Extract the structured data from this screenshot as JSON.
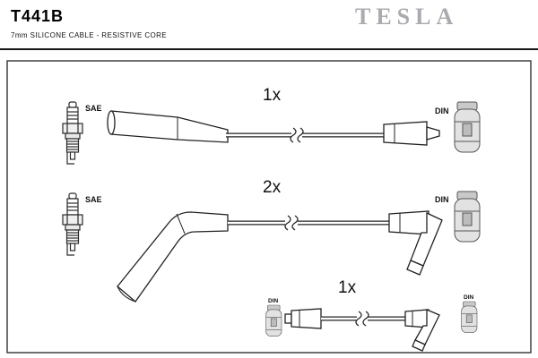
{
  "header": {
    "title": "T441B",
    "subtitle": "7mm SILICONE CABLE - RESISTIVE CORE",
    "brand": "TESLA"
  },
  "diagram": {
    "rows": [
      {
        "qty": "1x",
        "plug_standard": "SAE",
        "connector_standard": "DIN"
      },
      {
        "qty": "2x",
        "plug_standard": "SAE",
        "connector_standard": "DIN"
      },
      {
        "qty": "1x",
        "left_connector_standard": "DIN",
        "right_connector_standard": "DIN"
      }
    ]
  },
  "colors": {
    "brand_gray": "#a9abae",
    "line_black": "#222222"
  }
}
